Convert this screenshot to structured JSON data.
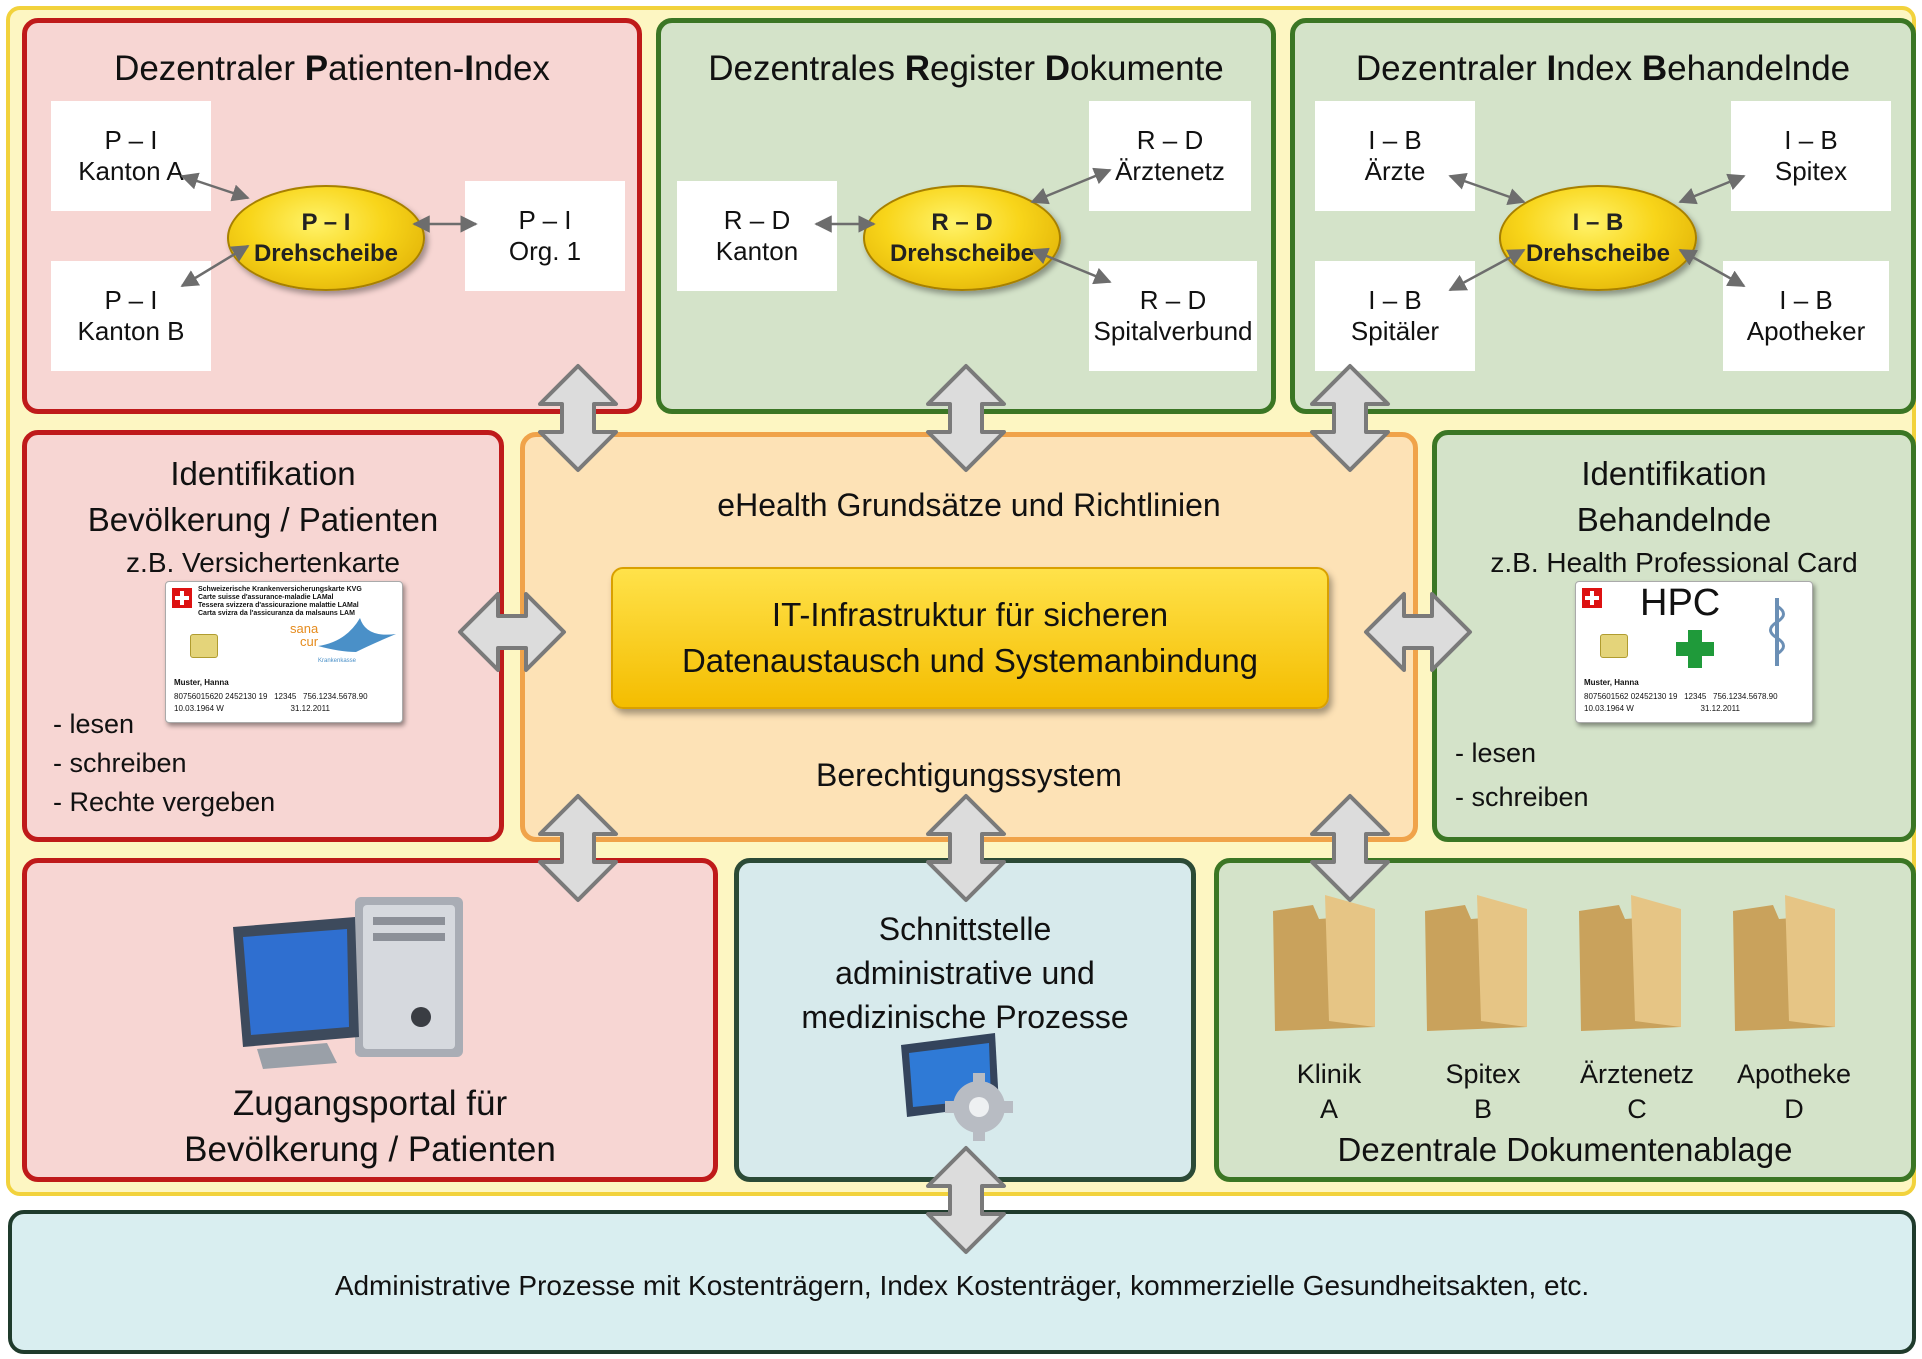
{
  "pi": {
    "title_parts": [
      "Dezentraler ",
      "P",
      "atienten-",
      "I",
      "ndex"
    ],
    "hub": [
      "P – I",
      "Drehscheibe"
    ],
    "nodes": [
      [
        "P – I",
        "Kanton A"
      ],
      [
        "P – I",
        "Kanton B"
      ],
      [
        "P – I",
        "Org. 1"
      ]
    ]
  },
  "rd": {
    "title_parts": [
      "Dezentrales ",
      "R",
      "egister ",
      "D",
      "okumente"
    ],
    "hub": [
      "R – D",
      "Drehscheibe"
    ],
    "nodes": [
      [
        "R – D",
        "Kanton"
      ],
      [
        "R – D",
        "Ärztenetz"
      ],
      [
        "R – D",
        "Spitalverbund"
      ]
    ]
  },
  "ib": {
    "title_parts": [
      "Dezentraler ",
      "I",
      "ndex ",
      "B",
      "ehandelnde"
    ],
    "hub": [
      "I – B",
      "Drehscheibe"
    ],
    "nodes": [
      [
        "I – B",
        "Ärzte"
      ],
      [
        "I – B",
        "Spitäler"
      ],
      [
        "I – B",
        "Spitex"
      ],
      [
        "I – B",
        "Apotheker"
      ]
    ]
  },
  "id_pat": {
    "lines": [
      "Identifikation",
      "Bevölkerung / Patienten",
      "z.B. Versichertenkarte"
    ],
    "actions": [
      "- lesen",
      "- schreiben",
      "- Rechte vergeben"
    ],
    "card": {
      "header": [
        "Schweizerische Krankenversicherungskarte KVG",
        "Carte suisse d'assurance-maladie LAMal",
        "Tessera svizzera d'assicurazione malattie LAMal",
        "Carta svizra da l'assicuranza da malsauns LAM"
      ],
      "brand": "sana",
      "brand2": "cur",
      "brand_sub": "Krankenkasse",
      "name": "Muster, Hanna",
      "nums": "80756015620 2452130 19   12345   756.1234.5678.90",
      "dates": "10.03.1964 W                              31.12.2011"
    }
  },
  "center": {
    "top": "eHealth Grundsätze und Richtlinien",
    "it": [
      "IT-Infrastruktur für sicheren",
      "Datenaustausch und Systemanbindung"
    ],
    "bottom": "Berechtigungssystem"
  },
  "id_beh": {
    "lines": [
      "Identifikation",
      "Behandelnde",
      "z.B. Health Professional Card"
    ],
    "actions": [
      "- lesen",
      "- schreiben"
    ],
    "card": {
      "logo": "HPC",
      "name": "Muster, Hanna",
      "nums": "8075601562 02452130 19   12345   756.1234.5678.90",
      "dates": "10.03.1964 W                              31.12.2011"
    }
  },
  "portal": {
    "lines": [
      "Zugangsportal für",
      "Bevölkerung / Patienten"
    ]
  },
  "schnitt": {
    "lines": [
      "Schnittstelle",
      "administrative und",
      "medizinische Prozesse"
    ]
  },
  "ablage": {
    "folders": [
      [
        "Klinik",
        "A"
      ],
      [
        "Spitex",
        "B"
      ],
      [
        "Ärztenetz",
        "C"
      ],
      [
        "Apotheke",
        "D"
      ]
    ],
    "title": "Dezentrale Dokumentenablage"
  },
  "bottom": {
    "text": "Administrative Prozesse mit Kostenträgern, Index Kostenträger, kommerzielle Gesundheitsakten, etc."
  },
  "colors": {
    "red_fill": "#f7d6d3",
    "red_border": "#bf1a1a",
    "green_fill": "#d4e3c9",
    "green_border": "#3b7624",
    "center_fill": "#fde2b6",
    "center_border": "#f0a34a",
    "hub": "#f8d51a",
    "outer": "#fdf6c2"
  },
  "icons": [
    "double-arrow-icon",
    "computer-icon",
    "settings-monitor-icon",
    "folder-icon",
    "swiss-cross-icon",
    "chip-icon",
    "caduceus-icon",
    "pharmacy-cross-icon"
  ]
}
